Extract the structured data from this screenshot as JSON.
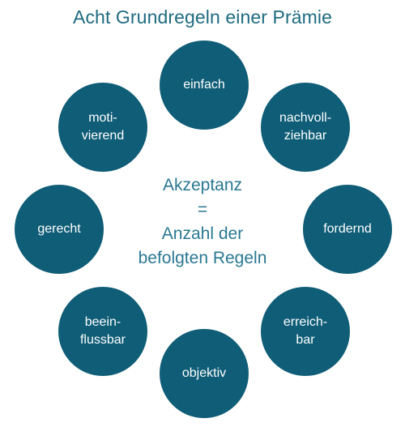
{
  "title": "Acht Grundregeln einer Prämie",
  "center": {
    "line1": "Akzeptanz",
    "line2": "=",
    "line3": "Anzahl der",
    "line4": "befolgten Regeln"
  },
  "rules": [
    "einfach",
    "nachvoll-\nziehbar",
    "fordernd",
    "erreich-\nbar",
    "objektiv",
    "beein-\nflussbar",
    "gerecht",
    "moti-\nvierend"
  ],
  "colors": {
    "circle_fill": "#0f5d77",
    "circle_text": "#ffffff",
    "accent_text": "#1f6b80"
  }
}
